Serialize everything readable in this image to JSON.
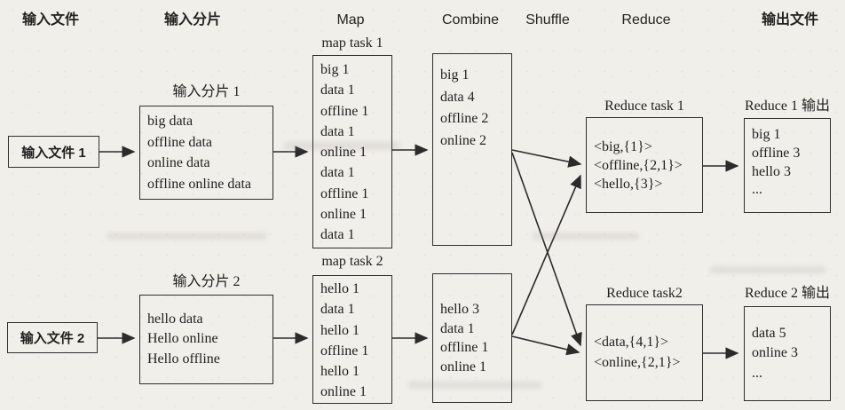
{
  "columns": {
    "input_file": "输入文件",
    "input_split": "输入分片",
    "map": "Map",
    "combine": "Combine",
    "shuffle": "Shuffle",
    "reduce": "Reduce",
    "output_file": "输出文件"
  },
  "nodes": {
    "input_file_1": {
      "label": "输入文件 1"
    },
    "input_split_1": {
      "title": "输入分片 1",
      "lines": [
        "big data",
        "offline data",
        "online data",
        "offline online data"
      ]
    },
    "map_task_1": {
      "title": "map task 1",
      "lines": [
        "big 1",
        "data 1",
        "offline 1",
        "data 1",
        "online 1",
        "data 1",
        "offline 1",
        "online 1",
        "data 1"
      ]
    },
    "combine_1": {
      "lines": [
        "big 1",
        "data 4",
        "offline 2",
        "online 2"
      ]
    },
    "reduce_task_1": {
      "title": "Reduce task 1",
      "lines": [
        "<big,{1}>",
        "<offline,{2,1}>",
        "<hello,{3}>"
      ]
    },
    "reduce_output_1": {
      "title": "Reduce 1 输出",
      "lines": [
        "big 1",
        "offline 3",
        "hello 3",
        "..."
      ]
    },
    "input_file_2": {
      "label": "输入文件 2"
    },
    "input_split_2": {
      "title": "输入分片 2",
      "lines": [
        "hello data",
        "Hello online",
        "Hello offline"
      ]
    },
    "map_task_2": {
      "title": "map task 2",
      "lines": [
        "hello 1",
        "data 1",
        "hello 1",
        "offline 1",
        "hello 1",
        "online 1"
      ]
    },
    "combine_2": {
      "lines": [
        "hello 3",
        "data 1",
        "offline 1",
        "online 1"
      ]
    },
    "reduce_task_2": {
      "title": "Reduce task2",
      "lines": [
        "<data,{4,1}>",
        "<online,{2,1}>"
      ]
    },
    "reduce_output_2": {
      "title": "Reduce 2 输出",
      "lines": [
        "data 5",
        "online 3",
        "..."
      ]
    }
  }
}
